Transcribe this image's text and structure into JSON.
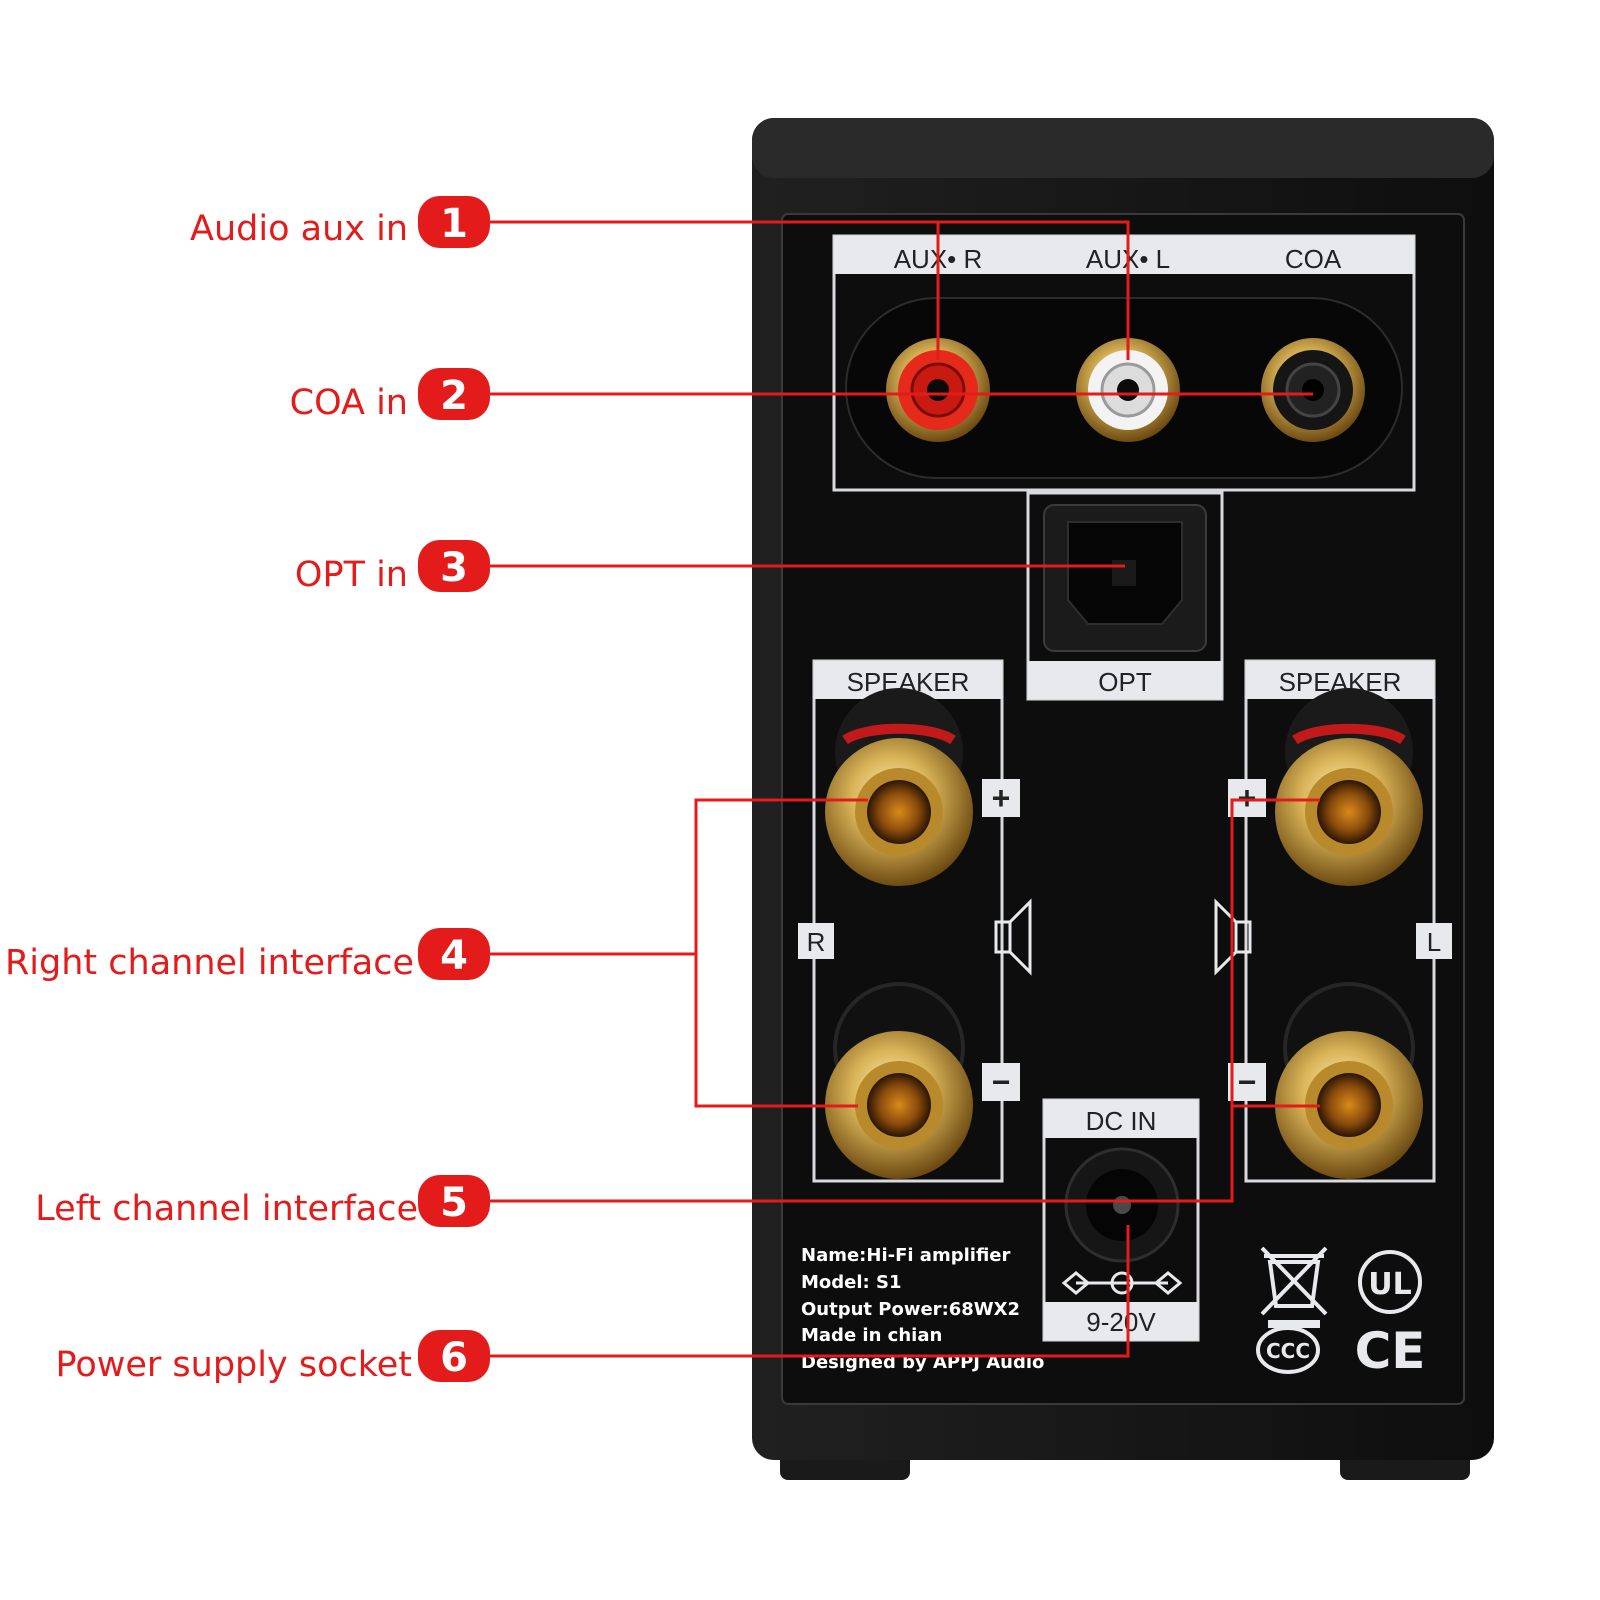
{
  "callouts": [
    {
      "number": "1",
      "label": "Audio aux in"
    },
    {
      "number": "2",
      "label": "COA in"
    },
    {
      "number": "3",
      "label": "OPT in"
    },
    {
      "number": "4",
      "label": "Right channel interface"
    },
    {
      "number": "5",
      "label": "Left channel interface"
    },
    {
      "number": "6",
      "label": "Power supply socket"
    }
  ],
  "panel": {
    "aux_r": "AUX• R",
    "aux_l": "AUX• L",
    "coa": "COA",
    "opt": "OPT",
    "speaker_right": "SPEAKER",
    "speaker_left": "SPEAKER",
    "channel_r": "R",
    "channel_l": "L",
    "plus": "+",
    "minus": "−",
    "dc_in": "DC IN",
    "voltage": "9-20V"
  },
  "info": {
    "name": "Name:Hi-Fi amplifier",
    "model": "Model: S1",
    "output_power": "Output Power:68WX2",
    "made_in": "Made in chian",
    "designed_by": "Designed by APPJ Audio"
  },
  "certifications": {
    "ul": "UL",
    "ce": "CE",
    "ccc": "CCC"
  },
  "colors": {
    "accent": "#e31b1b",
    "device_body": "#151515",
    "panel_face": "#0d0d0d",
    "label_strip": "#e7e9ec",
    "gold": "#c9a347"
  }
}
